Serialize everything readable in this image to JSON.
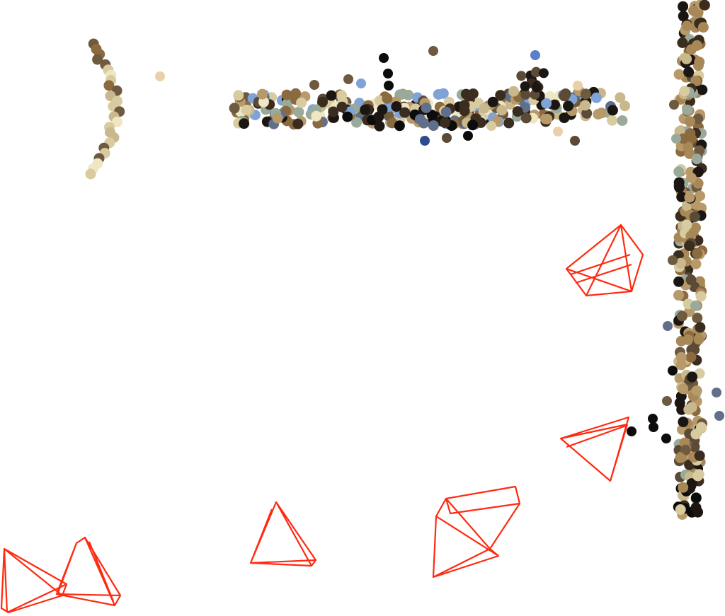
{
  "scene": {
    "background": "#ffffff",
    "camera_color": "#ff2a10",
    "point_palette": [
      "#efe6c2",
      "#d8cba0",
      "#c8b88c",
      "#b89a6a",
      "#a98858",
      "#8c6a40",
      "#6e5a3e",
      "#5a4a36",
      "#3a2c1e",
      "#1c1612",
      "#0c0c0c",
      "#60708a",
      "#7fa3d6",
      "#5b7fc8",
      "#2f4b8f",
      "#9aaa9a",
      "#e9d0a8"
    ],
    "point_clouds": [
      {
        "name": "left-post",
        "shape": "curve-vertical",
        "count": 22
      },
      {
        "name": "top-bar",
        "shape": "horizontal-band",
        "count": 240
      },
      {
        "name": "right-wall",
        "shape": "vertical-band",
        "count": 260
      }
    ],
    "camera_count": 7
  }
}
